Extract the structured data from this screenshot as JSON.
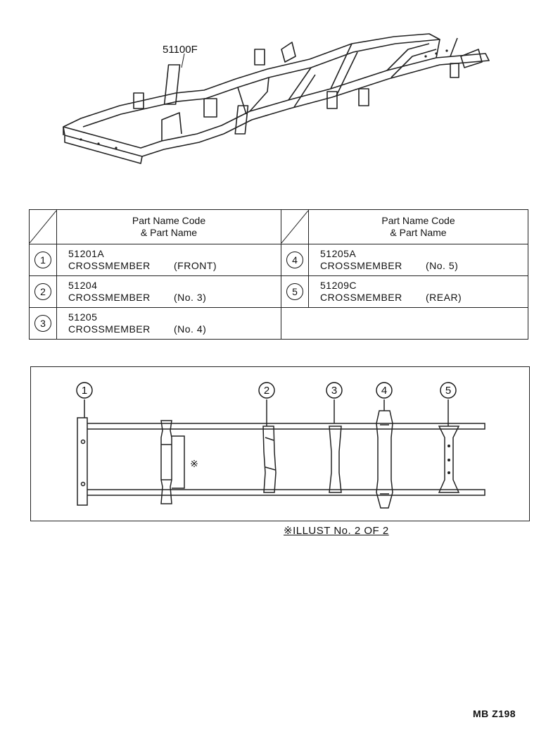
{
  "assembly": {
    "code": "51100F"
  },
  "table": {
    "header_line1": "Part Name Code",
    "header_line2": "& Part Name",
    "rows": [
      {
        "num": "1",
        "code": "51201A",
        "name": "CROSSMEMBER",
        "qualifier": "(FRONT)"
      },
      {
        "num": "2",
        "code": "51204",
        "name": "CROSSMEMBER",
        "qualifier": "(No. 3)"
      },
      {
        "num": "3",
        "code": "51205",
        "name": "CROSSMEMBER",
        "qualifier": "(No. 4)"
      },
      {
        "num": "4",
        "code": "51205A",
        "name": "CROSSMEMBER",
        "qualifier": "(No. 5)"
      },
      {
        "num": "5",
        "code": "51209C",
        "name": "CROSSMEMBER",
        "qualifier": "(REAR)"
      }
    ]
  },
  "layout": {
    "markers": [
      "1",
      "2",
      "3",
      "4",
      "5"
    ],
    "ref_symbol": "※"
  },
  "note": "※ILLUST No. 2 OF 2",
  "footer": "MB  Z198"
}
